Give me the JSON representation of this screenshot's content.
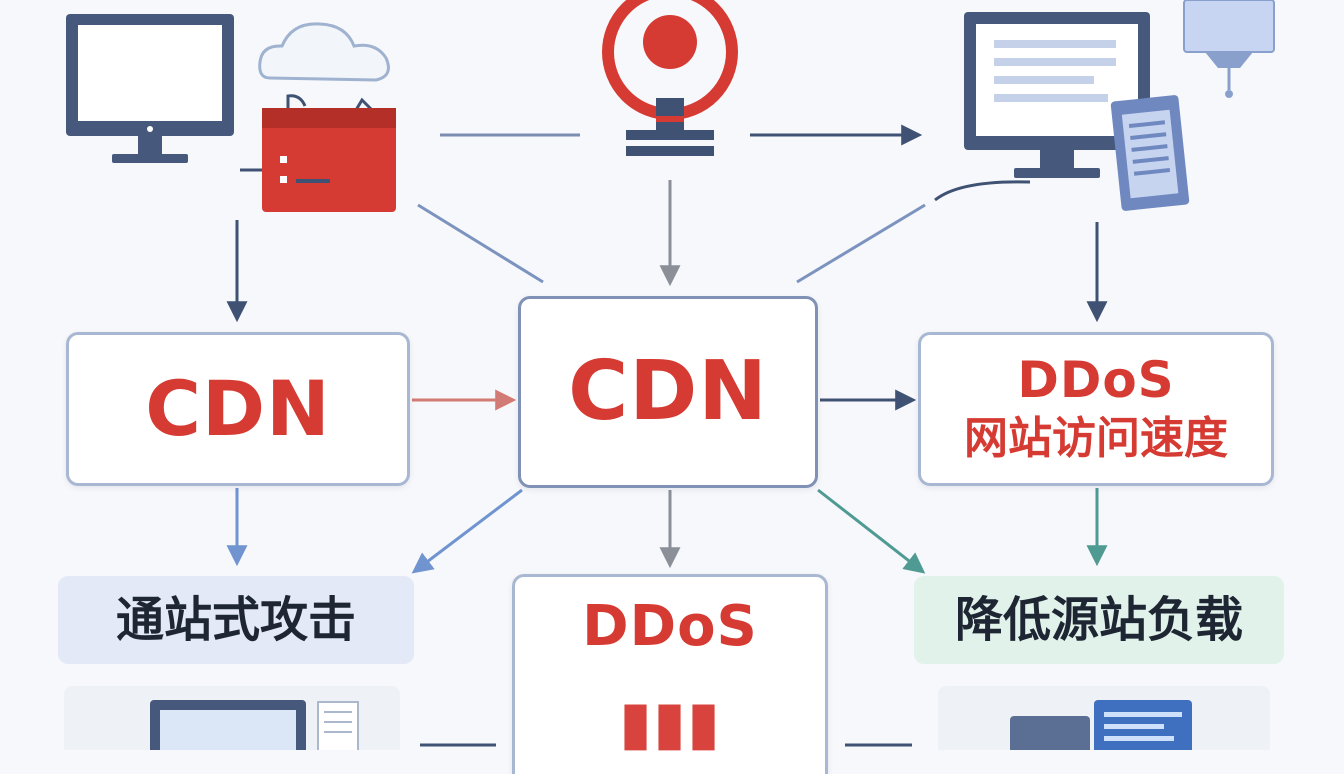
{
  "nodes": {
    "cdn_left": "CDN",
    "cdn_center": "CDN",
    "ddos_right_title": "DDoS",
    "ddos_right_subtitle": "网站访问速度",
    "attack_label": "通站式攻击",
    "ddos_bottom": "DDoS",
    "reduce_load_label": "降低源站负载"
  },
  "colors": {
    "accent_red": "#d63b33",
    "navy": "#3f5274",
    "steel_blue": "#6f88b3",
    "gray_arrow": "#8a8f98",
    "teal_arrow": "#4f9a93",
    "salmon_arrow": "#d27a74",
    "pill_blue": "#e3e9f7",
    "pill_green": "#e1f2ea"
  },
  "icons": [
    "desktop-monitor-icon",
    "cloud-icon",
    "red-server-icon",
    "red-location-pin-icon",
    "monitor-with-document-icon",
    "small-screen-icon",
    "laptop-icon",
    "server-panel-icon",
    "server-rack-icon"
  ]
}
